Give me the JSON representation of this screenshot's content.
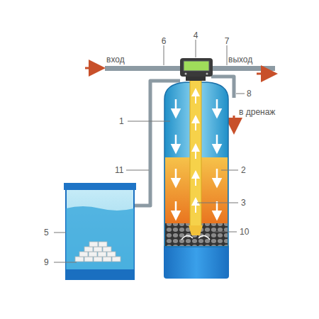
{
  "diagram": {
    "labels": [
      "6",
      "4",
      "7",
      "вход",
      "выход",
      "8",
      "в дренаж",
      "1",
      "11",
      "2",
      "3",
      "10",
      "5",
      "9"
    ]
  }
}
